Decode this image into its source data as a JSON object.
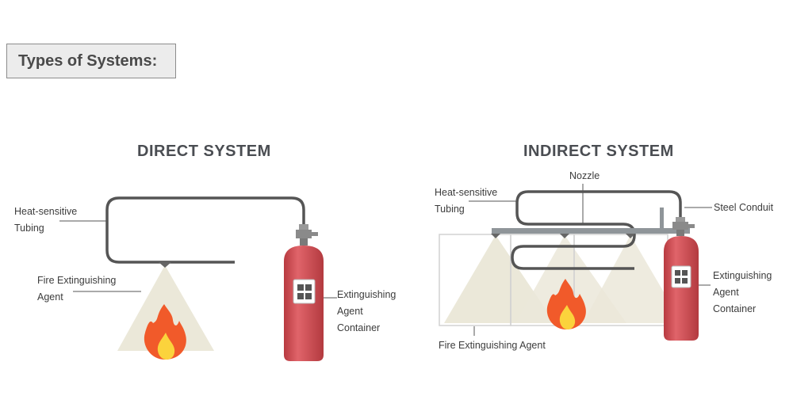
{
  "header": {
    "label": "Types of Systems:"
  },
  "direct": {
    "title": "DIRECT SYSTEM",
    "tubing_label_line1": "Heat-sensitive",
    "tubing_label_line2": "Tubing",
    "agent_label_line1": "Fire Extinguishing",
    "agent_label_line2": "Agent",
    "container_label_line1": "Extinguishing",
    "container_label_line2": "Agent",
    "container_label_line3": "Container"
  },
  "indirect": {
    "title": "INDIRECT SYSTEM",
    "nozzle_label": "Nozzle",
    "tubing_label_line1": "Heat-sensitive",
    "tubing_label_line2": "Tubing",
    "conduit_label": "Steel Conduit",
    "agent_label": "Fire Extinguishing Agent",
    "container_label_line1": "Extinguishing",
    "container_label_line2": "Agent",
    "container_label_line3": "Container"
  },
  "colors": {
    "cylinder_red": "#d0474d",
    "tubing_gray": "#555555",
    "spray_beige": "#e9e6d6",
    "flame_orange": "#f15a2a",
    "flame_yellow": "#fbd33c",
    "conduit_gray": "#8f9599"
  }
}
